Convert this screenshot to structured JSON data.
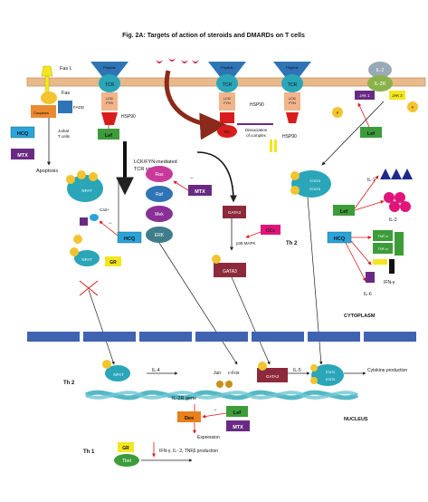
{
  "title": "Fig. 2A: Targets of action of steroids and DMARDs on T cells",
  "colors": {
    "membrane": "#e8b98a",
    "receptor_blue": "#2f74b5",
    "teal": "#2aa6b8",
    "green": "#3d9c3a",
    "hcq_blue": "#2aa3d9",
    "mtx_purple": "#6a2a84",
    "dex_orange": "#e8801c",
    "yellow": "#f3e61f",
    "gata_maroon": "#8c2a3c",
    "red": "#d91c1c",
    "nuclear_band": "#3f63b0",
    "ras_magenta": "#c83a9a"
  },
  "labels": {
    "fasl": "Fas L",
    "fas": "Fas",
    "fadd": "FADD",
    "caspases": "Caspases",
    "jurkat": "Jurkat\nT cells",
    "apoptosis": "Apoptosis",
    "peptide": "Peptide",
    "tcr": "TCR",
    "lck_fyn": "LCK/\nFYN",
    "hsp90": "HSP90",
    "gc": "GC",
    "dissociation": "Dissociation\nof complex",
    "lck_fyn_mediated": "LCK/FYN-mediated\nTCR signalling",
    "ras": "Ras",
    "raf": "Raf",
    "mek": "Mek",
    "erk": "ERK",
    "calcium": "Ca2+",
    "nfat": "NFAT",
    "gr": "GR",
    "gata3": "GATA3",
    "gcs": "GCs",
    "p38": "p38 MAPK",
    "il2": "IL-2",
    "il2r": "IL-2R",
    "jak1": "JAK 1",
    "jak3": "JAK 3",
    "stat5": "STAT5",
    "th2": "Th 2",
    "il1": "IL-1",
    "il2_out": "IL-2",
    "tnfa": "TNF-α",
    "ifng": "IFN-γ",
    "il6": "IL-6",
    "cytoplasm": "CYTOPLASM",
    "nucleus": "NUCLEUS",
    "il4": "IL-4",
    "jun": "Jun",
    "cfos": "c-Fos",
    "il5": "IL-5",
    "cytokine_production": "Cytokine production",
    "il2r_gene": "IL-2R gene",
    "expression": "Expression",
    "th1": "Th 1",
    "tbet": "Tbet",
    "th1_production": "IFN-γ, IL- 2, TNFβ production"
  },
  "drugs": {
    "hcq": "HCQ",
    "mtx": "MTX",
    "lef": "Lef",
    "dex": "Dex"
  },
  "symbols": {
    "p": "P",
    "minus": "−",
    "plus": "+"
  }
}
